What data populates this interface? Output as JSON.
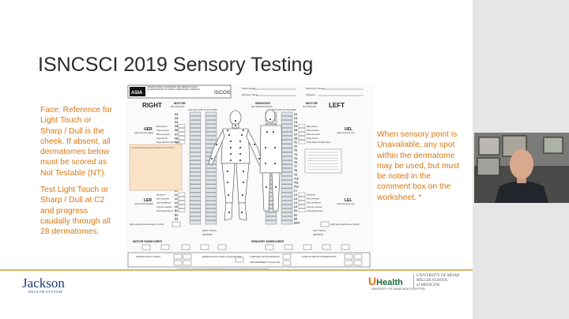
{
  "slide": {
    "title": "ISNCSCI 2019 Sensory Testing",
    "note_face": "Face: Reference for Light Touch or Sharp / Dull is the cheek. If absent, all dermatomes below must be scored as Not Testable (NT).",
    "note_c2": "Test Light Touch or Sharp / Dull at C2 and progress caudally through all 28 dermatomes.",
    "note_unavailable": "When sensory point is Unavailable, any spot within the dermatome may be used, but must be noted in the comment box on the worksheet. *"
  },
  "worksheet": {
    "header_text": "INTERNATIONAL STANDARDS FOR NEUROLOGICAL CLASSIFICATION OF SPINAL CORD INJURY (ISNCSCI)",
    "asia_logo": "ASIA",
    "iscos_logo": "ISCOS",
    "patient_name_label": "Patient Name",
    "date_label": "Date/Time of Exam",
    "examiner_label": "Examiner Name",
    "signature_label": "Signature",
    "right_label": "RIGHT",
    "left_label": "LEFT",
    "motor_label": "MOTOR",
    "key_muscles_label": "KEY MUSCLES",
    "sensory_label": "SENSORY",
    "key_sensory_points_label": "KEY SENSORY POINTS",
    "light_touch_label": "Light Touch (LTR)",
    "pin_prick_label": "Pin Prick (PPR)",
    "uer_label": "UER",
    "uer_sub": "(Upper Extremity Right)",
    "uel_label": "UEL",
    "uel_sub": "(Upper Extremity Left)",
    "ler_label": "LER",
    "ler_sub": "(Lower Extremity Right)",
    "lel_label": "LEL",
    "lel_sub": "(Lower Extremity Left)",
    "comments_label": "Comments (Non-key Muscle? Reason for NT? Pain?)",
    "vac_label": "(VAC) Voluntary Anal Contraction (Yes/No)",
    "dap_label": "(DAP) Deep Anal Pressure (Yes/No)",
    "right_totals_label": "RIGHT TOTALS",
    "left_totals_label": "LEFT TOTALS",
    "maximum_label": "(MAXIMUM)",
    "motor_subscores_label": "MOTOR SUBSCORES",
    "sensory_subscores_label": "SENSORY SUBSCORES",
    "neuro_levels_label": "NEUROLOGICAL LEVELS",
    "nli_label": "NEUROLOGICAL LEVEL OF INJURY (NLI)",
    "complete_label": "COMPLETE OR INCOMPLETE?",
    "ais_label": "ASIA IMPAIRMENT SCALE (AIS)",
    "zpp_label": "ZONE OF PARTIAL PRESERVATION",
    "footer_text": "This form may be copied freely but should not be altered without permission from the American Spinal Injury Association.",
    "levels_right": [
      "C2",
      "C3",
      "C4",
      "C5",
      "C6",
      "C7",
      "C8",
      "T1",
      "T2",
      "T3",
      "T4",
      "T5",
      "T6",
      "T7",
      "T8",
      "T9",
      "T10",
      "T11",
      "T12",
      "L1",
      "L2",
      "L3",
      "L4",
      "L5",
      "S1",
      "S2",
      "S3",
      "S4-5"
    ],
    "levels_left": [
      "C2",
      "C3",
      "C4",
      "C5",
      "C6",
      "C7",
      "C8",
      "T1",
      "T2",
      "T3",
      "T4",
      "T5",
      "T6",
      "T7",
      "T8",
      "T9",
      "T10",
      "T11",
      "T12",
      "L1",
      "L2",
      "L3",
      "L4",
      "L5",
      "S1",
      "S2",
      "S3",
      "S4-5"
    ],
    "muscles_upper": [
      "Elbow flexors",
      "Wrist extensors",
      "Elbow extensors",
      "Finger flexors",
      "Finger abductors (little finger)"
    ],
    "muscles_lower": [
      "Hip flexors",
      "Knee extensors",
      "Ankle dorsiflexors",
      "Long toe extensors",
      "Ankle plantar flexors"
    ]
  },
  "footer": {
    "jackson_name": "Jackson",
    "jackson_sub": "HEALTH SYSTEM",
    "uhealth_name": "Health",
    "uhealth_letter": "U",
    "uhealth_sub": "UNIVERSITY OF MIAMI HEALTH SYSTEM",
    "miller_line1": "UNIVERSITY OF MIAMI",
    "miller_line2": "MILLER SCHOOL",
    "miller_line3": "of MEDICINE"
  },
  "colors": {
    "note_text": "#d9760e",
    "title_text": "#2b2b2b",
    "footer_rule": "#d9b46a",
    "jackson_blue": "#1e3e7a",
    "uhealth_green": "#1b6b3a",
    "uhealth_orange": "#e36f1e",
    "comment_box": "#fbe3c8"
  }
}
